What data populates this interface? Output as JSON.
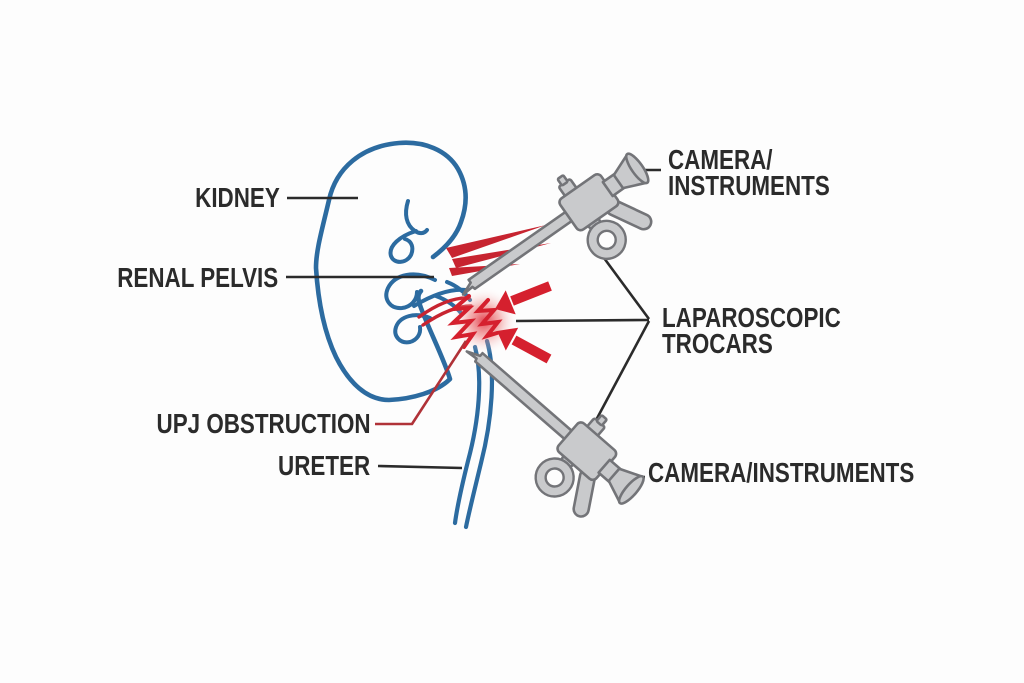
{
  "figure": {
    "type": "medical-diagram",
    "subject": "Laparoscopic surgery for ureteropelvic junction (UPJ) obstruction of the kidney"
  },
  "labels": {
    "kidney": "KIDNEY",
    "renal_pelvis": "RENAL PELVIS",
    "upj_obstruction": "UPJ OBSTRUCTION",
    "ureter": "URETER",
    "camera_instruments_top": {
      "line1": "CAMERA/",
      "line2": "INSTRUMENTS"
    },
    "laparoscopic_trocars": {
      "line1": "LAPAROSCOPIC",
      "line2": "TROCARS"
    },
    "camera_instruments_bottom": "CAMERA/INSTRUMENTS"
  },
  "icons": {
    "trocar_top": "laparoscopic-trocar-icon",
    "trocar_bottom": "laparoscopic-trocar-icon",
    "obstruction": "obstruction-starburst-icon",
    "pressure_arrows": "red-pressure-arrow-icon"
  },
  "colors": {
    "anatomy_outline_blue": "#2c6ba0",
    "vessel_red": "#c72430",
    "obstruction_red": "#d5202e",
    "instrument_fill": "#c9cacc",
    "instrument_outline": "#737478",
    "label_text": "#2b2b2b",
    "leader_line": "#2b2b2b",
    "upj_leader_red": "#b03238",
    "background": "#fdfdfd"
  }
}
